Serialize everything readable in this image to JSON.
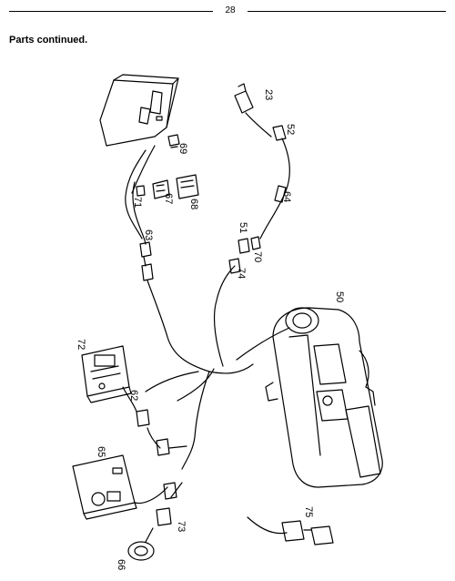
{
  "page": {
    "number": "28",
    "heading": "Parts continued."
  },
  "diagram": {
    "callouts": {
      "c23": "23",
      "c52": "52",
      "c64": "64",
      "c51": "51",
      "c70": "70",
      "c74": "74",
      "c50": "50",
      "c69": "69",
      "c67": "67",
      "c68": "68",
      "c71": "71",
      "c63": "63",
      "c72": "72",
      "c62": "62",
      "c65": "65",
      "c73": "73",
      "c66": "66",
      "c75": "75"
    }
  }
}
